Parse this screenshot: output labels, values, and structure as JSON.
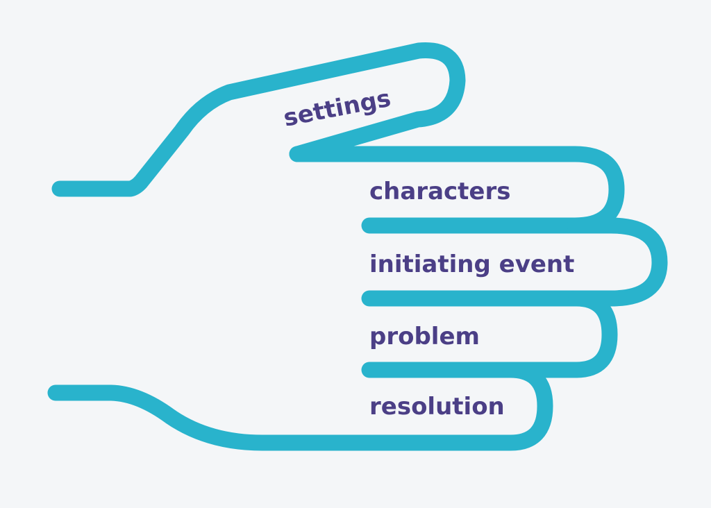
{
  "diagram": {
    "labels": {
      "settings": "settings",
      "characters": "characters",
      "initiating_event": "initiating event",
      "problem": "problem",
      "resolution": "resolution"
    },
    "colors": {
      "outline": "#29b3cc",
      "label": "#4b3f86",
      "background": "#f4f6f8"
    }
  }
}
